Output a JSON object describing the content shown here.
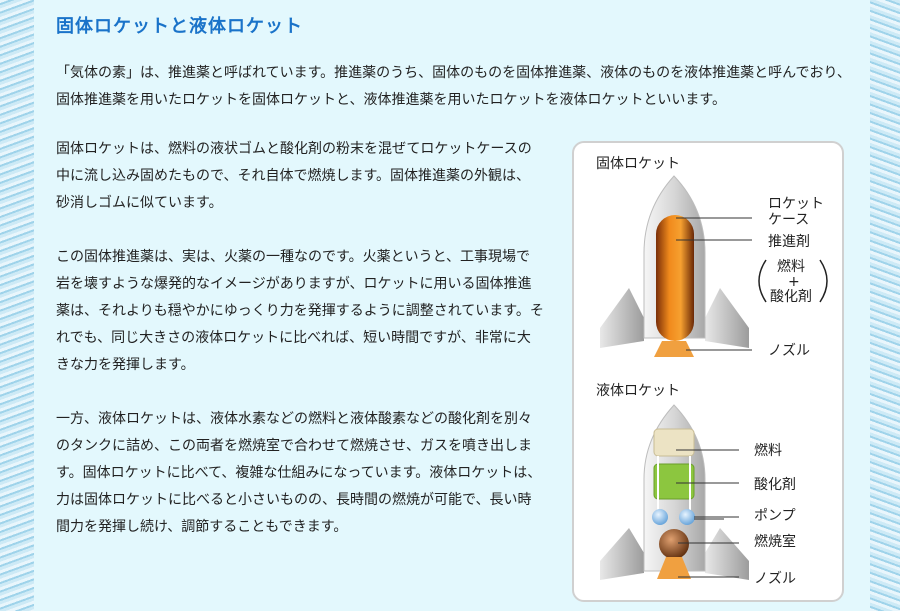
{
  "title": "固体ロケットと液体ロケット",
  "paragraphs": {
    "intro": "「気体の素」は、推進薬と呼ばれています。推進薬のうち、固体のものを固体推進薬、液体のものを液体推進薬と呼んでおり、固体推進薬を用いたロケットを固体ロケットと、液体推進薬を用いたロケットを液体ロケットといいます。",
    "solid1": "固体ロケットは、燃料の液状ゴムと酸化剤の粉末を混ぜてロケットケースの中に流し込み固めたもので、それ自体で燃焼します。固体推進薬の外観は、砂消しゴムに似ています。",
    "solid2": "この固体推進薬は、実は、火薬の一種なのです。火薬というと、工事現場で岩を壊すような爆発的なイメージがありますが、ロケットに用いる固体推進薬は、それよりも穏やかにゆっくり力を発揮するように調整されています。それでも、同じ大きさの液体ロケットに比べれば、短い時間ですが、非常に大きな力を発揮します。",
    "liquid": "一方、液体ロケットは、液体水素などの燃料と液体酸素などの酸化剤を別々のタンクに詰め、この両者を燃焼室で合わせて燃焼させ、ガスを噴き出します。固体ロケットに比べて、複雑な仕組みになっています。液体ロケットは、力は固体ロケットに比べると小さいものの、長時間の燃焼が可能で、長い時間力を発揮し続け、調節することもできます。"
  },
  "diagram": {
    "solid_title": "固体ロケット",
    "solid_labels": {
      "case_line1": "ロケット",
      "case_line2": "ケース",
      "propellant": "推進剤",
      "fuel": "燃料",
      "plus": "+",
      "oxidizer": "酸化剤",
      "nozzle": "ノズル"
    },
    "liquid_title": "液体ロケット",
    "liquid_labels": {
      "fuel": "燃料",
      "oxidizer": "酸化剤",
      "pump": "ポンプ",
      "chamber": "燃焼室",
      "nozzle": "ノズル"
    }
  },
  "colors": {
    "title": "#1a73c9",
    "propellant": "#e07a10",
    "fuel_tank": "#ece3c4",
    "oxidizer_tank": "#8cc63f",
    "pump": "#8fc0e8",
    "chamber": "#8a4a1c",
    "flame": "#f0a040"
  }
}
